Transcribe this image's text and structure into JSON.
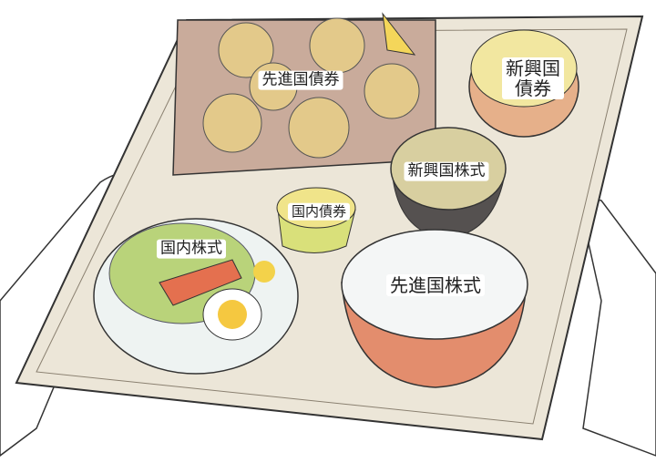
{
  "labels": {
    "developed_bonds": "先進国債券",
    "emerging_bonds_line1": "新興国",
    "emerging_bonds_line2": "債券",
    "emerging_stocks": "新興国株式",
    "domestic_bonds": "国内債券",
    "domestic_stocks": "国内株式",
    "developed_stocks": "先進国株式"
  },
  "colors": {
    "tray": "#ece6d8",
    "plate": "#c9ab9b",
    "rice_bowl": "#e38d6d",
    "soup_bowl": "#555150",
    "salad_green": "#b9d37a",
    "bond_bowl": "#e6b08a"
  }
}
